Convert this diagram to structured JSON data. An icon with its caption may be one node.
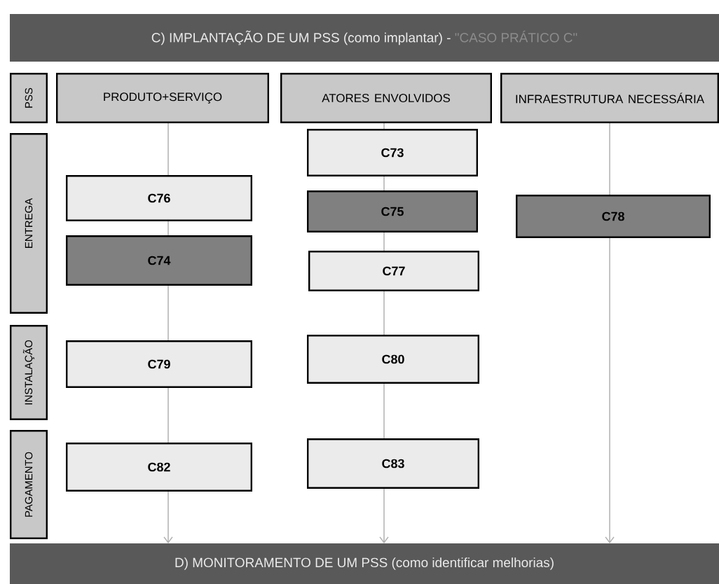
{
  "diagram": {
    "nodes": [
      {
        "text": [
          "C) IMPLANTAÇÃO DE UM PSS (como implantar) -",
          "\"CASO PRÁTICO C\""
        ]
      },
      {
        "text": [
          "PSS"
        ]
      },
      {
        "text": [
          "PRODUTO+SERVIÇO"
        ]
      },
      {
        "text": [
          "ATORES ENVOLVIDOS"
        ]
      },
      {
        "text": [
          "INFRAESTRUTURA NECESSÁRIA"
        ]
      },
      {
        "text": [
          "ENTREGA"
        ]
      },
      {
        "text": [
          "C73"
        ]
      },
      {
        "text": [
          "C76"
        ]
      },
      {
        "text": [
          "C75"
        ]
      },
      {
        "text": [
          "C78"
        ]
      },
      {
        "text": [
          "C74"
        ]
      },
      {
        "text": [
          "C77"
        ]
      },
      {
        "text": [
          "INSTALAÇÃO"
        ]
      },
      {
        "text": [
          "C79"
        ]
      },
      {
        "text": [
          "C80"
        ]
      },
      {
        "text": [
          "PAGAMENTO"
        ]
      },
      {
        "text": [
          "C82"
        ]
      },
      {
        "text": [
          "C83"
        ]
      },
      {
        "text": [
          "D) MONITORAMENTO  DE UM PSS (como identificar melhorias)"
        ]
      }
    ],
    "edges": [
      {
        "from": 2,
        "to": 7,
        "arrow": "none"
      },
      {
        "from": 7,
        "to": 10,
        "arrow": "none"
      },
      {
        "from": 10,
        "to": 13,
        "arrow": "none"
      },
      {
        "from": 13,
        "to": 16,
        "arrow": "none"
      },
      {
        "from": 16,
        "to": 18,
        "arrow": "to"
      },
      {
        "from": 3,
        "to": 6,
        "arrow": "none"
      },
      {
        "from": 6,
        "to": 8,
        "arrow": "none"
      },
      {
        "from": 8,
        "to": 11,
        "arrow": "none"
      },
      {
        "from": 11,
        "to": 14,
        "arrow": "none"
      },
      {
        "from": 14,
        "to": 17,
        "arrow": "none"
      },
      {
        "from": 17,
        "to": 18,
        "arrow": "to"
      },
      {
        "from": 4,
        "to": 9,
        "arrow": "none"
      },
      {
        "from": 9,
        "to": 18,
        "arrow": "to"
      }
    ]
  }
}
